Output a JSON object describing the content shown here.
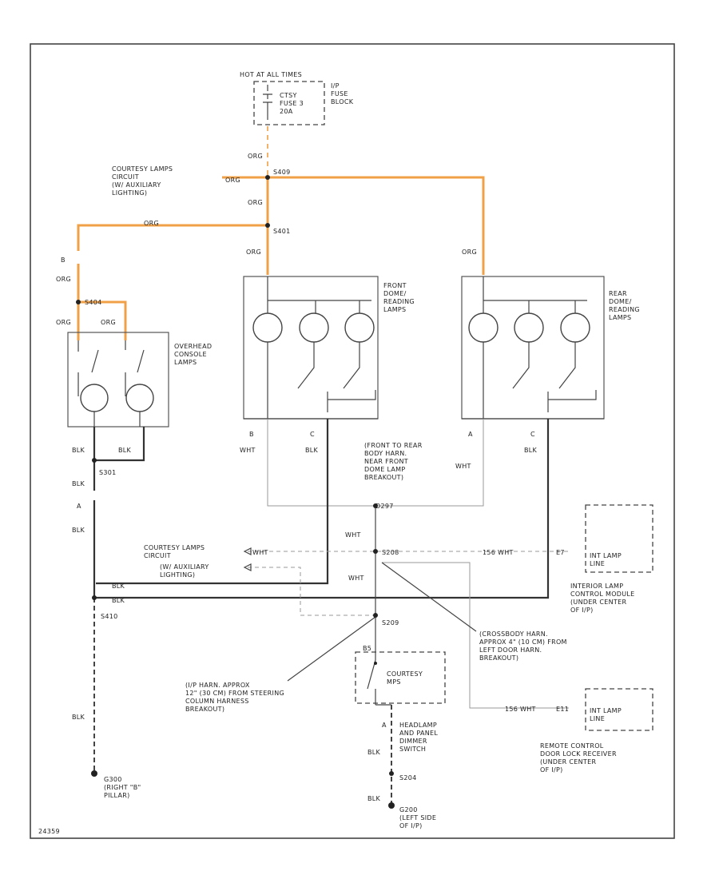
{
  "labels": {
    "fuse_panel_title": "HOT AT ALL TIMES",
    "fuse_name": "CTSY\nFUSE 3\n20A",
    "fuse_block": "I/P\nFUSE\nBLOCK",
    "courtesy_circuit_top": "COURTESY LAMPS\nCIRCUIT\n(W/ AUXILIARY\nLIGHTING)",
    "courtesy_circuit_mid": "COURTESY LAMPS\nCIRCUIT",
    "aux_lighting_mid": "(W/ AUXILIARY\nLIGHTING)",
    "overhead_console": "OVERHEAD\nCONSOLE\nLAMPS",
    "front_dome": "FRONT\nDOME/\nREADING\nLAMPS",
    "rear_dome": "REAR\nDOME/\nREADING\nLAMPS",
    "front_to_rear_harness": "(FRONT TO REAR\nBODY HARN.\nNEAR FRONT\nDOME LAMP\nBREAKOUT)",
    "int_lamp_line_1": "INT LAMP\nLINE",
    "int_lamp_line_2": "INT LAMP\nLINE",
    "interior_lamp_module": "INTERIOR LAMP\nCONTROL MODULE\n(UNDER CENTER\nOF I/P)",
    "remote_control_receiver": "REMOTE CONTROL\nDOOR LOCK RECEIVER\n(UNDER CENTER\nOF I/P)",
    "crossbody_harness": "(CROSSBODY HARN.\nAPPROX 4\" (10 CM) FROM\nLEFT DOOR HARN.\nBREAKOUT)",
    "ip_harness": "(I/P HARN. APPROX\n12\" (30 CM) FROM STEERING\nCOLUMN HARNESS\nBREAKOUT)",
    "courtesy_mps": "COURTESY\nMPS",
    "headlamp_switch": "HEADLAMP\nAND PANEL\nDIMMER\nSWITCH",
    "ground_g300": "G300\n(RIGHT \"B\"\nPILLAR)",
    "ground_g200": "G200\n(LEFT SIDE\nOF I/P)",
    "figure_code": "24359"
  },
  "splices": {
    "s409": "S409",
    "s401": "S401",
    "s404": "S404",
    "s301": "S301",
    "s410": "S410",
    "s208": "S208",
    "s209": "S209",
    "s204": "S204",
    "d297": "D297"
  },
  "wires": {
    "org": "ORG",
    "blk": "BLK",
    "wht": "WHT",
    "wht_156": "156  WHT",
    "b": "B",
    "c": "C",
    "a": "A",
    "e7": "E7",
    "e11": "E11",
    "b5": "B5"
  },
  "colors": {
    "orange_wire": "#f0a046",
    "wire": "#333333"
  }
}
